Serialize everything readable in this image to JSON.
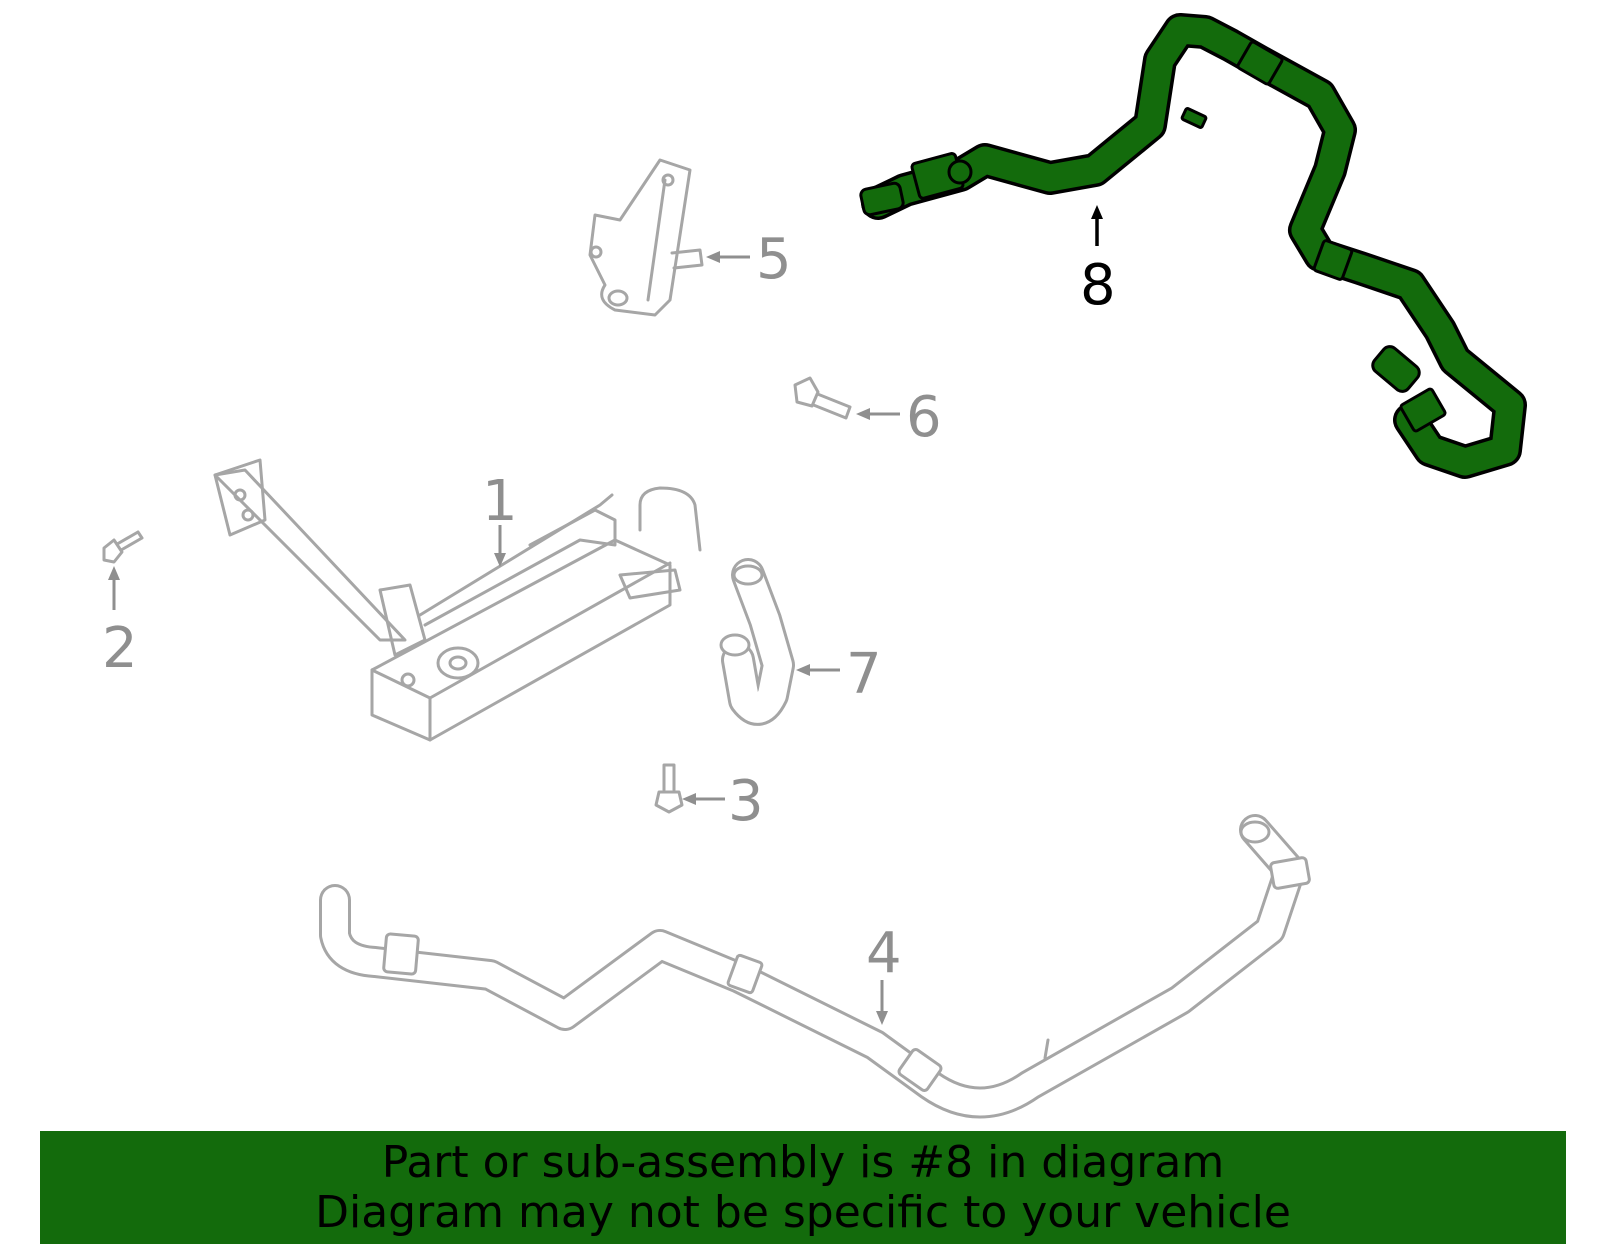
{
  "callouts": {
    "c1": "1",
    "c2": "2",
    "c3": "3",
    "c4": "4",
    "c5": "5",
    "c6": "6",
    "c7": "7",
    "c8": "8"
  },
  "highlighted_part": "8",
  "colors": {
    "highlight_fill": "#136b0c",
    "banner_bg": "#136b0c",
    "ghost_stroke": "#a6a6a6",
    "callout_gray": "#8f8f8f"
  },
  "banner": {
    "line1": "Part or sub-assembly is #8 in diagram",
    "line2": "Diagram may not be specific to your vehicle"
  }
}
